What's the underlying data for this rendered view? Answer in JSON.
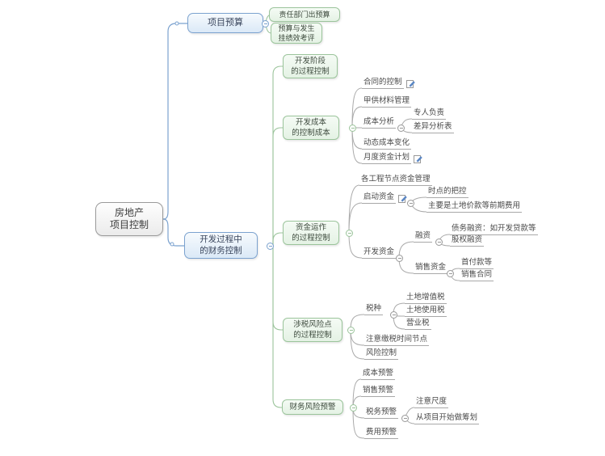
{
  "colors": {
    "root_border": "#9a9a9a",
    "main_border": "#7ba2cf",
    "main_fill": "#dbe9f7",
    "sub_border": "#9bc49b",
    "sub_fill": "#e4f2e4",
    "connector_gray": "#a8a8a8",
    "text": "#4a4a4a",
    "background": "#ffffff"
  },
  "mindmap": {
    "root": {
      "label": "房地产\n项目控制"
    },
    "project_budget": {
      "label": "项目预算",
      "children": {
        "dept_budget": {
          "label": "责任部门出预算"
        },
        "perf_link": {
          "label": "预算与发生\n挂绩效考评"
        }
      }
    },
    "dev_finance": {
      "label": "开发过程中\n的财务控制",
      "children": {
        "dev_stage": {
          "label": "开发阶段\n的过程控制"
        },
        "dev_cost": {
          "label": "开发成本\n的控制成本",
          "children": {
            "contract": {
              "label": "合同的控制",
              "has_notes": true
            },
            "owner_materials": {
              "label": "甲供材料管理"
            },
            "cost_analysis": {
              "label": "成本分析",
              "children": {
                "dedicated": {
                  "label": "专人负责"
                },
                "variance": {
                  "label": "差异分析表"
                }
              }
            },
            "dynamic_cost": {
              "label": "动态成本变化"
            },
            "monthly_plan": {
              "label": "月度资金计划",
              "has_notes": true
            }
          }
        },
        "capital_operation": {
          "label": "资金运作\n的过程控制",
          "children": {
            "node_funds": {
              "label": "各工程节点资金管理"
            },
            "startup_funds": {
              "label": "启动资金",
              "has_notes": true,
              "children": {
                "timing": {
                  "label": "时点的把控"
                },
                "land_price": {
                  "label": "主要是土地价款等前期费用"
                }
              }
            },
            "dev_funds": {
              "label": "开发资金",
              "children": {
                "financing": {
                  "label": "融资",
                  "children": {
                    "debt": {
                      "label": "债务融资：如开发贷款等"
                    },
                    "equity": {
                      "label": "股权融资"
                    }
                  }
                },
                "sales_funds": {
                  "label": "销售资金",
                  "children": {
                    "down_payment": {
                      "label": "首付款等"
                    },
                    "sales_contract": {
                      "label": "销售合同"
                    }
                  }
                }
              }
            }
          }
        },
        "tax_risk": {
          "label": "涉税风险点\n的过程控制",
          "children": {
            "tax_types": {
              "label": "税种",
              "children": {
                "land_vat": {
                  "label": "土地增值税"
                },
                "land_use": {
                  "label": "土地使用税"
                },
                "business_tax": {
                  "label": "营业税"
                }
              }
            },
            "tax_timing": {
              "label": "注意缴税时间节点"
            },
            "risk_control": {
              "label": "风险控制"
            }
          }
        },
        "financial_alert": {
          "label": "财务风险预警",
          "children": {
            "cost_alert": {
              "label": "成本预警"
            },
            "sales_alert": {
              "label": "销售预警"
            },
            "tax_alert": {
              "label": "税务预警",
              "children": {
                "scale": {
                  "label": "注意尺度"
                },
                "plan_early": {
                  "label": "从项目开始做筹划"
                }
              }
            },
            "expense_alert": {
              "label": "费用预警"
            }
          }
        }
      }
    }
  }
}
